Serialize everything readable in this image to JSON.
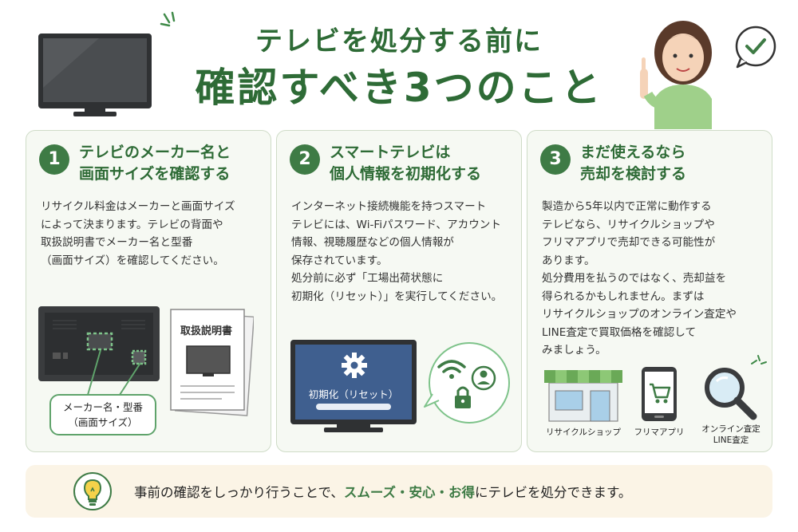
{
  "header": {
    "title_line1": "テレビを処分する前に",
    "title_line2": "確認すべき3つのこと"
  },
  "cards": [
    {
      "number": "1",
      "title_lines": [
        "テレビのメーカー名と",
        "画面サイズを確認する"
      ],
      "body_lines": [
        "リサイクル料金はメーカーと画面サイズ",
        "によって決まります。テレビの背面や",
        "取扱説明書でメーカー名と型番",
        "（画面サイズ）を確認してください。"
      ],
      "manual_label": "取扱説明書",
      "callout_lines": [
        "メーカー名・型番",
        "（画面サイズ）"
      ]
    },
    {
      "number": "2",
      "title_lines": [
        "スマートテレビは",
        "個人情報を初期化する"
      ],
      "body_lines": [
        "インターネット接続機能を持つスマート",
        "テレビには、Wi-Fiパスワード、アカウント",
        "情報、視聴履歴などの個人情報が",
        "保存されています。",
        "処分前に必ず「工場出荷状態に",
        "初期化（リセット）」を実行してください。"
      ],
      "screen_label": "初期化（リセット）"
    },
    {
      "number": "3",
      "title_lines": [
        "まだ使えるなら",
        "売却を検討する"
      ],
      "body_lines": [
        "製造から5年以内で正常に動作する",
        "テレビなら、リサイクルショップや",
        "フリマアプリで売却できる可能性が",
        "あります。",
        "処分費用を払うのではなく、売却益を",
        "得られるかもしれません。まずは",
        "リサイクルショップのオンライン査定や",
        "LINE査定で買取価格を確認して",
        "みましょう。"
      ],
      "icon_labels": [
        "リサイクルショップ",
        "フリマアプリ",
        "オンライン査定",
        "LINE査定"
      ]
    }
  ],
  "bottom": {
    "text_before": "事前の確認をしっかり行うことで、",
    "text_highlight": "スムーズ・安心・お得",
    "text_after": "にテレビを処分できます。"
  },
  "colors": {
    "accent": "#3e7b45",
    "title": "#2e6b36",
    "card_bg": "#f6f9f3",
    "bottom_bg": "#fbf4e6"
  },
  "icons": [
    "tv-icon",
    "woman-pointing-illustration",
    "checkmark-bubble-icon",
    "gear-icon",
    "wifi-icon",
    "lock-icon",
    "user-icon",
    "shop-icon",
    "cart-icon",
    "magnifier-icon",
    "lightbulb-icon"
  ]
}
